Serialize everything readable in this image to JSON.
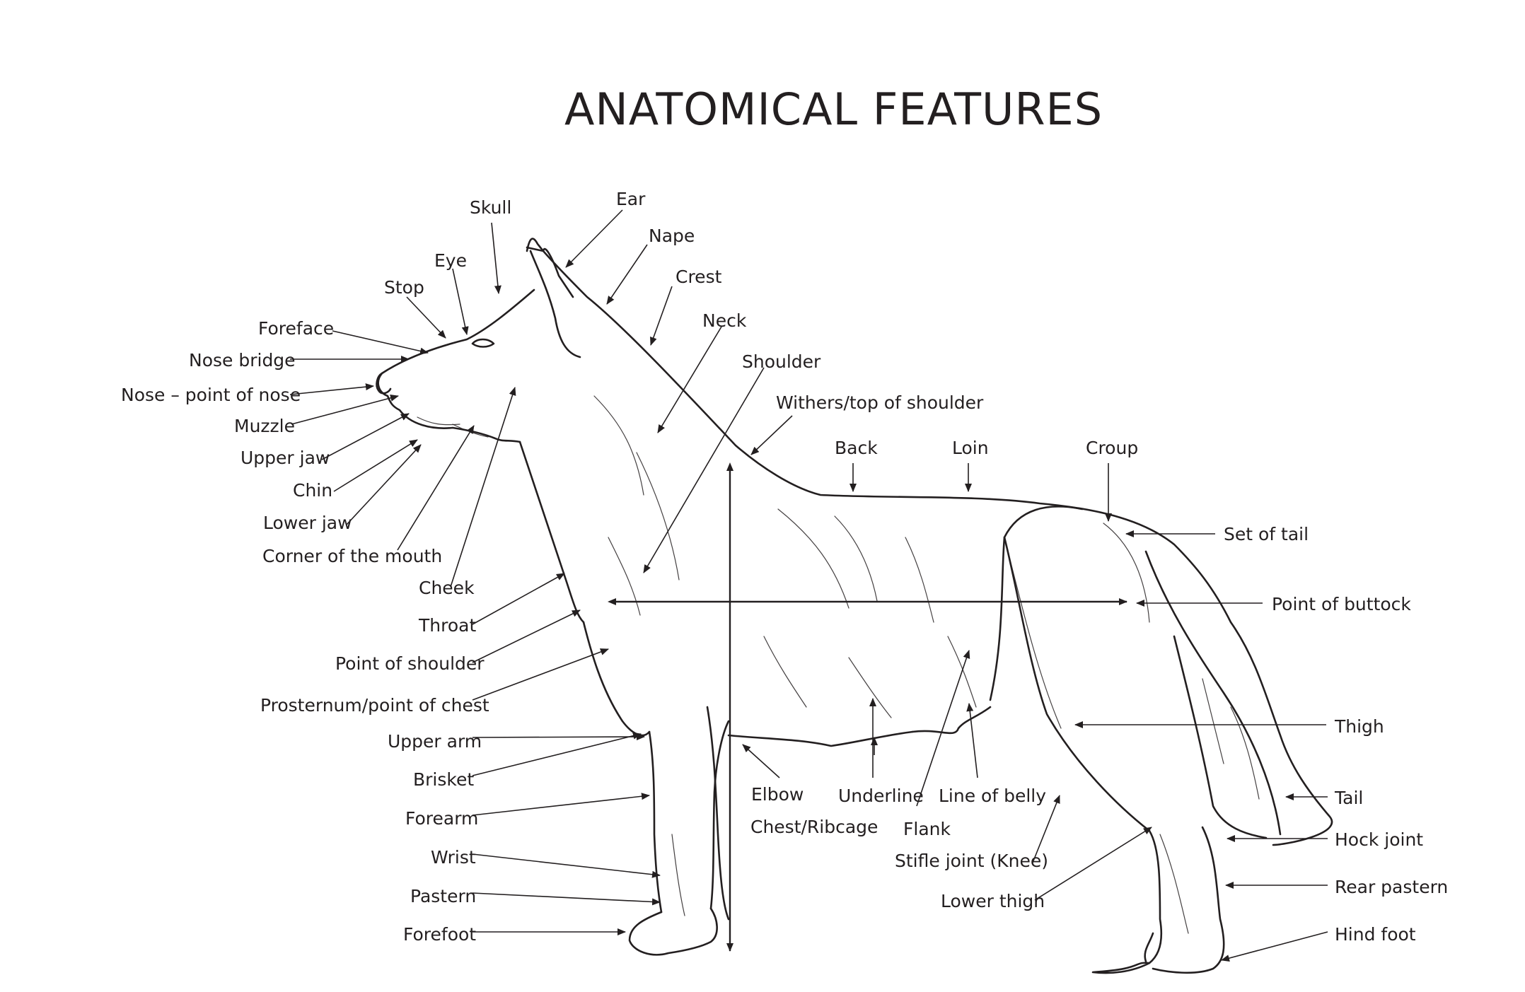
{
  "title": "ANATOMICAL FEATURES",
  "labels": {
    "skull": "Skull",
    "ear": "Ear",
    "eye": "Eye",
    "nape": "Nape",
    "stop": "Stop",
    "crest": "Crest",
    "foreface": "Foreface",
    "neck": "Neck",
    "nose_bridge": "Nose bridge",
    "shoulder": "Shoulder",
    "nose": "Nose – point of nose",
    "withers": "Withers/top of shoulder",
    "muzzle": "Muzzle",
    "upper_jaw": "Upper jaw",
    "back": "Back",
    "loin": "Loin",
    "croup": "Croup",
    "chin": "Chin",
    "lower_jaw": "Lower jaw",
    "set_of_tail": "Set of tail",
    "corner_mouth": "Corner of the mouth",
    "cheek": "Cheek",
    "point_buttock": "Point of buttock",
    "throat": "Throat",
    "point_shoulder": "Point of shoulder",
    "prosternum": "Prosternum/point of chest",
    "thigh": "Thigh",
    "upper_arm": "Upper arm",
    "brisket": "Brisket",
    "elbow": "Elbow",
    "underline": "Underline",
    "line_belly": "Line of belly",
    "tail": "Tail",
    "forearm": "Forearm",
    "chest_ribcage": "Chest/Ribcage",
    "flank": "Flank",
    "hock_joint": "Hock joint",
    "stifle": "Stifle joint (Knee)",
    "wrist": "Wrist",
    "rear_pastern": "Rear pastern",
    "pastern": "Pastern",
    "lower_thigh": "Lower thigh",
    "forefoot": "Forefoot",
    "hind_foot": "Hind foot"
  }
}
